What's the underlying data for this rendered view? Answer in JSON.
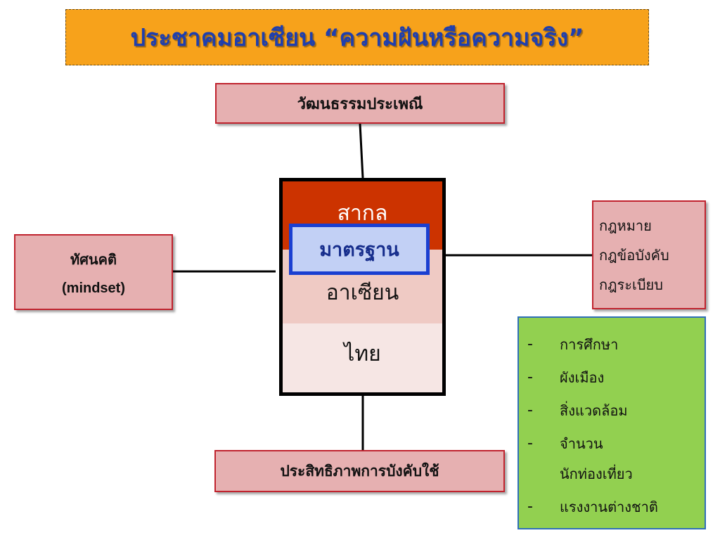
{
  "title": "ประชาคมอาเซียน “ความฝันหรือความจริง”",
  "top_box": "วัฒนธรรมประเพณี",
  "bottom_box": "ประสิทธิภาพการบังคับใช้",
  "left_box": [
    "ทัศนคติ",
    "(mindset)"
  ],
  "right_box": [
    "กฎหมาย",
    "กฎข้อบังคับ",
    "กฎระเบียบ"
  ],
  "center_layers": [
    "สากล",
    "อาเซียน",
    "ไทย"
  ],
  "highlight": "มาตรฐาน",
  "green_list": {
    "dash": "-",
    "items": [
      "การศึกษา",
      "ผังเมือง",
      "สิ่งแวดล้อม",
      "จำนวน",
      "นักท่องเที่ยว",
      "แรงงานต่างชาติ"
    ]
  },
  "colors": {
    "title_bg": "#f7a21b",
    "title_text": "#1f3fae",
    "pink_fill": "#e6b0b1",
    "pink_border": "#c0232e",
    "green_fill": "#92d050",
    "green_border": "#2f6fb7",
    "layer_top": "#cc3300",
    "highlight_fill": "#c2d0f5",
    "highlight_border": "#1a3fd1"
  }
}
